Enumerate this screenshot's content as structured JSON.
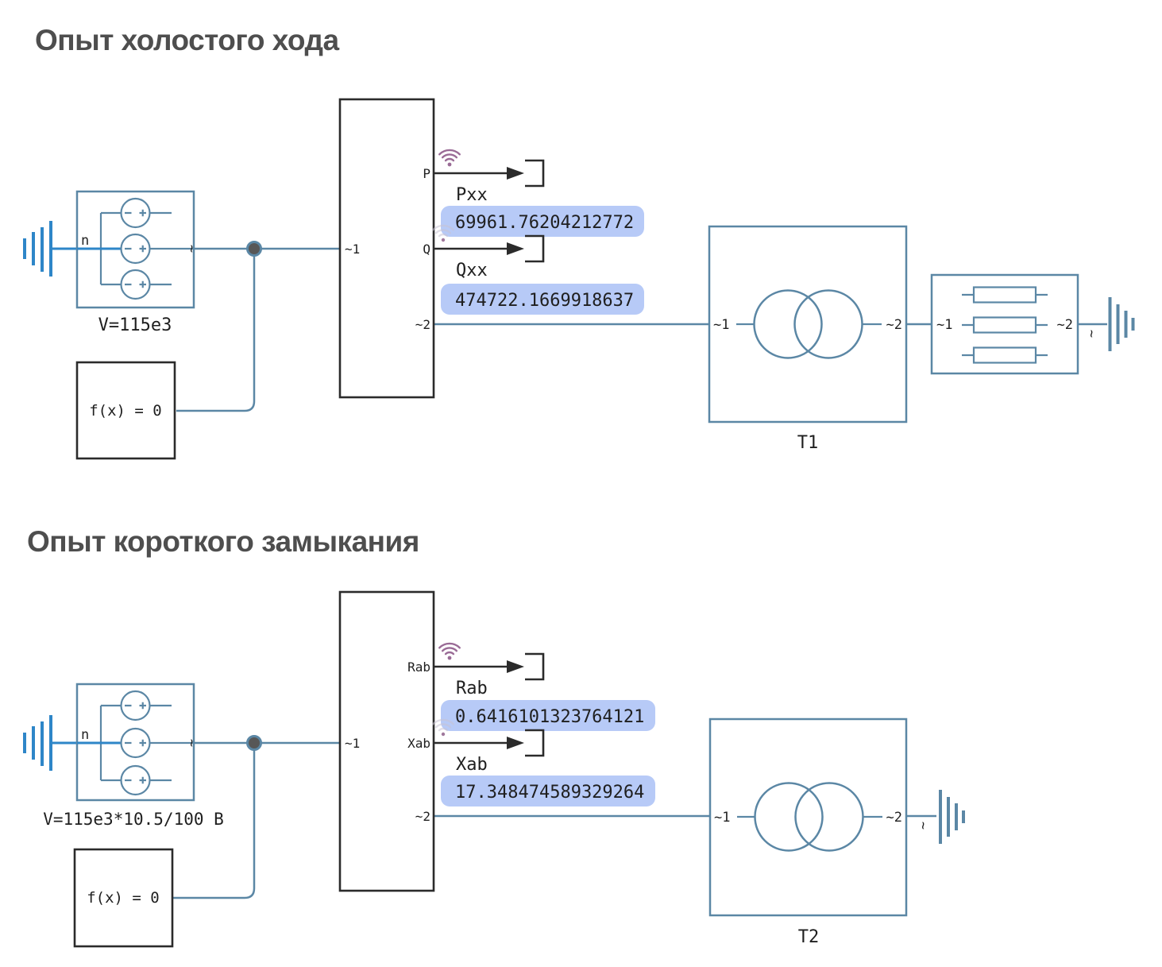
{
  "colors": {
    "wire_slate": "#5b87a5",
    "wire_bright_blue": "#2e86c8",
    "block_outline_dark": "#2b2b2b",
    "value_display_bg": "#b7caf7",
    "wifi_icon_purple": "#9a6b96",
    "title_gray": "#4e4e4e"
  },
  "section1": {
    "title": "Опыт холостого хода",
    "source": {
      "name": "V=115e3",
      "port_n": "n",
      "port_ac": "~"
    },
    "solver": {
      "label": "f(x) = 0"
    },
    "meter": {
      "port_in": "~1",
      "port_out": "~2",
      "out1": "P",
      "out2": "Q"
    },
    "displays": [
      {
        "label": "Pxx",
        "value": "69961.76204212772"
      },
      {
        "label": "Qxx",
        "value": "474722.1669918637"
      }
    ],
    "transformer": {
      "name": "T1",
      "port_in": "~1",
      "port_out": "~2"
    },
    "load": {
      "port_in": "~1",
      "port_out": "~2"
    },
    "ground_out": {
      "label": "~"
    }
  },
  "section2": {
    "title": "Опыт короткого замыкания",
    "source": {
      "name": "V=115e3*10.5/100 В",
      "port_n": "n",
      "port_ac": "~"
    },
    "solver": {
      "label": "f(x) = 0"
    },
    "meter": {
      "port_in": "~1",
      "port_out": "~2",
      "out1": "Rab",
      "out2": "Xab"
    },
    "displays": [
      {
        "label": "Rab",
        "value": "0.6416101323764121"
      },
      {
        "label": "Xab",
        "value": "17.348474589329264"
      }
    ],
    "transformer": {
      "name": "T2",
      "port_in": "~1",
      "port_out": "~2"
    },
    "ground_out": {
      "label": "~"
    }
  }
}
